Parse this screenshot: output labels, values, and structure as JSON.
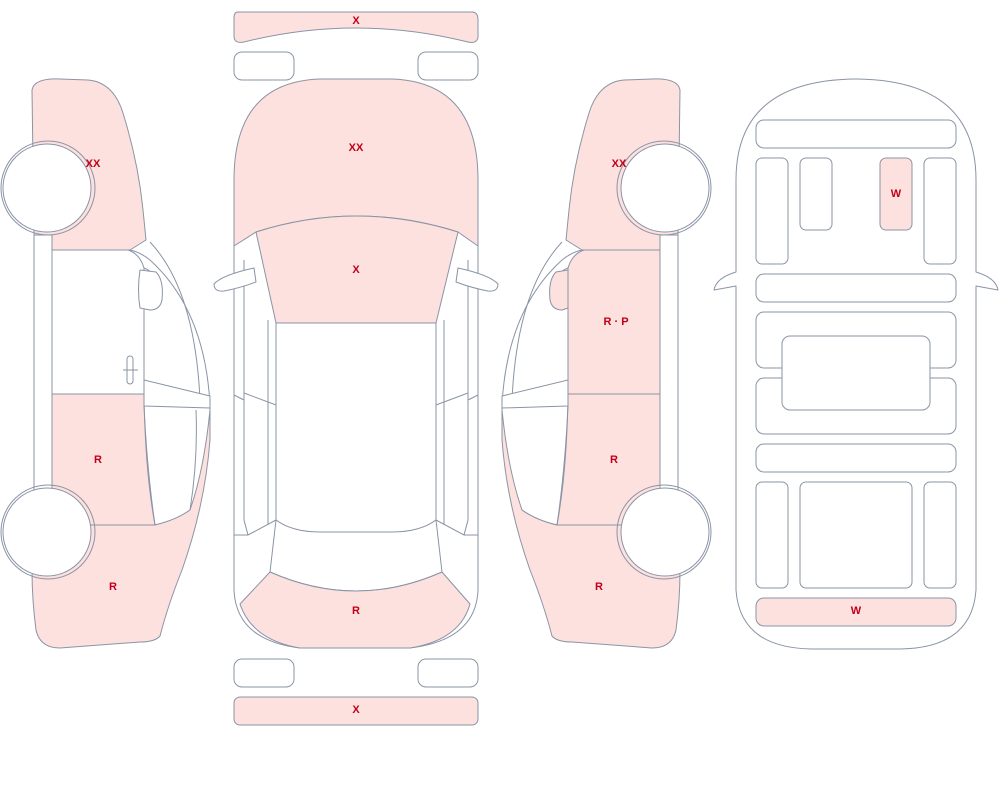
{
  "colors": {
    "damaged_fill": "#fde1de",
    "clean_fill": "#ffffff",
    "outline": "#8a94a6",
    "mark_text": "#c0001a"
  },
  "views": {
    "left_side": {
      "front_fender": {
        "mark": "XX",
        "damaged": true
      },
      "front_door": {
        "mark": "",
        "damaged": false
      },
      "rear_door": {
        "mark": "R",
        "damaged": true
      },
      "rear_quarter": {
        "mark": "R",
        "damaged": true
      }
    },
    "top": {
      "front_bumper": {
        "mark": "X",
        "damaged": true
      },
      "hood": {
        "mark": "XX",
        "damaged": true
      },
      "windshield": {
        "mark": "X",
        "damaged": true
      },
      "roof": {
        "mark": "",
        "damaged": false
      },
      "trunk_lid": {
        "mark": "R",
        "damaged": true
      },
      "rear_bumper": {
        "mark": "X",
        "damaged": true
      }
    },
    "right_side": {
      "front_fender": {
        "mark": "XX",
        "damaged": true
      },
      "front_door": {
        "mark": "R · P",
        "damaged": true
      },
      "rear_door": {
        "mark": "R",
        "damaged": true
      },
      "rear_quarter": {
        "mark": "R",
        "damaged": true
      }
    },
    "interior": {
      "console_panel": {
        "mark": "W",
        "damaged": true
      },
      "rear_panel": {
        "mark": "W",
        "damaged": true
      }
    }
  }
}
